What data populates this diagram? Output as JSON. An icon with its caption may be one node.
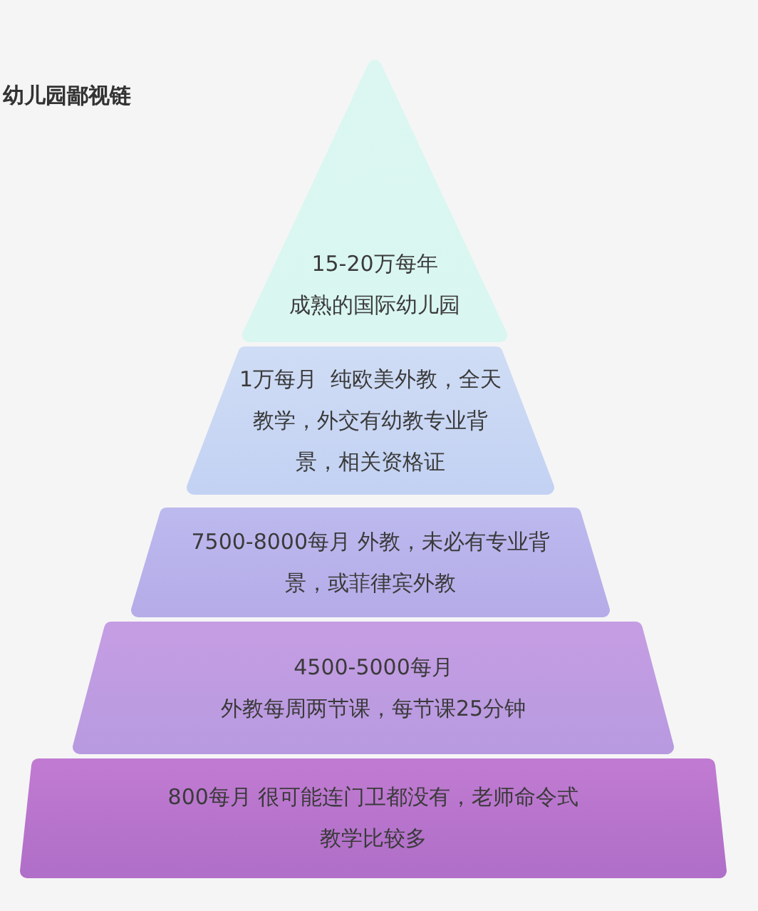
{
  "diagram": {
    "title": "幼儿园鄙视链",
    "nodes": [
      {
        "text": [
          "15-20万每年",
          "成熟的国际幼儿园"
        ]
      },
      {
        "text": [
          "1万每月  纯欧美外教，全天教学，外交有幼教专业背景，相关资格证"
        ]
      },
      {
        "text": [
          "7500-8000每月 外教，未必有专业背景，或菲律宾外教"
        ]
      },
      {
        "text": [
          "4500-5000每月",
          "外教每周两节课，每节课25分钟"
        ]
      },
      {
        "text": [
          "800每月 很可能连门卫都没有，老师命令式教学比较多"
        ]
      }
    ]
  }
}
